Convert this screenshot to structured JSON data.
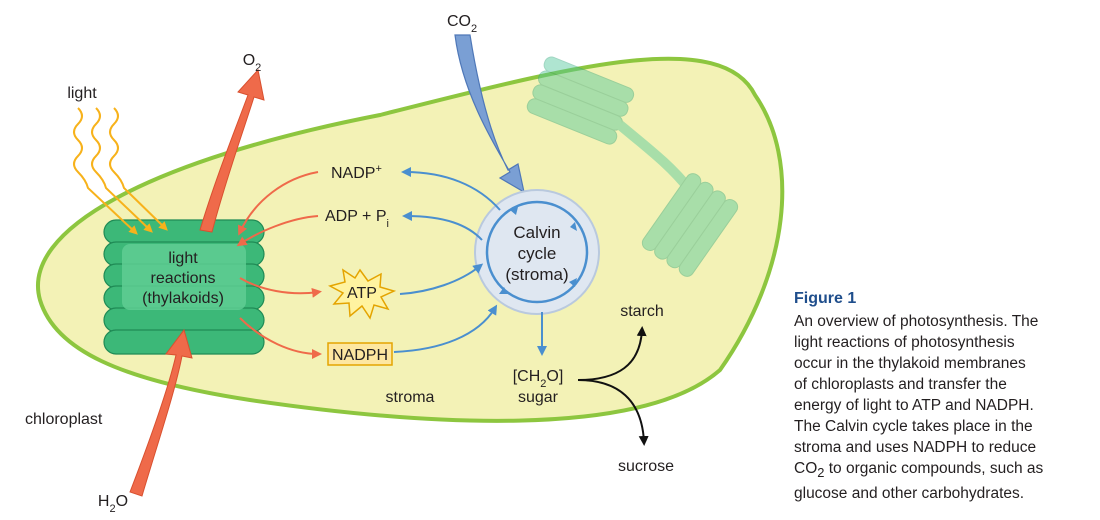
{
  "diagram": {
    "labels": {
      "light": "light",
      "o2": "O",
      "o2_sub": "2",
      "co2": "CO",
      "co2_sub": "2",
      "h2o_h": "H",
      "h2o_sub": "2",
      "h2o_o": "O",
      "nadp": "NADP",
      "nadp_sup": "+",
      "adp": "ADP + P",
      "adp_sub": "i",
      "atp": "ATP",
      "nadph": "NADPH",
      "thylakoid_line1": "light",
      "thylakoid_line2": "reactions",
      "thylakoid_line3": "(thylakoids)",
      "calvin_line1": "Calvin",
      "calvin_line2": "cycle",
      "calvin_line3": "(stroma)",
      "stroma": "stroma",
      "ch2o_a": "[CH",
      "ch2o_sub": "2",
      "ch2o_b": "O]",
      "sugar": "sugar",
      "starch": "starch",
      "sucrose": "sucrose",
      "chloroplast": "chloroplast"
    },
    "colors": {
      "chloroplast_fill": "#f3f2b6",
      "chloroplast_edge": "#8dc63f",
      "thylakoid": "#3cb878",
      "red_arrow": "#ef6a4a",
      "blue_arrow": "#4a8fcf",
      "co2_arrow": "#7a9fd4",
      "light_wave": "#f7b21b",
      "calvin_fill": "#dfe7f1"
    }
  },
  "caption": {
    "title": "Figure 1",
    "line1": "An overview of photosynthesis. The",
    "line2": "light reactions of photosynthesis",
    "line3": "occur in the thylakoid membranes",
    "line4": "of chloroplasts and transfer the",
    "line5": "energy of light to ATP and NADPH.",
    "line6": "The Calvin cycle takes place in the",
    "line7": "stroma and uses NADPH to reduce",
    "line8_a": "CO",
    "line8_sub": "2",
    "line8_b": " to organic compounds, such as",
    "line9": "glucose and other carbohydrates."
  }
}
